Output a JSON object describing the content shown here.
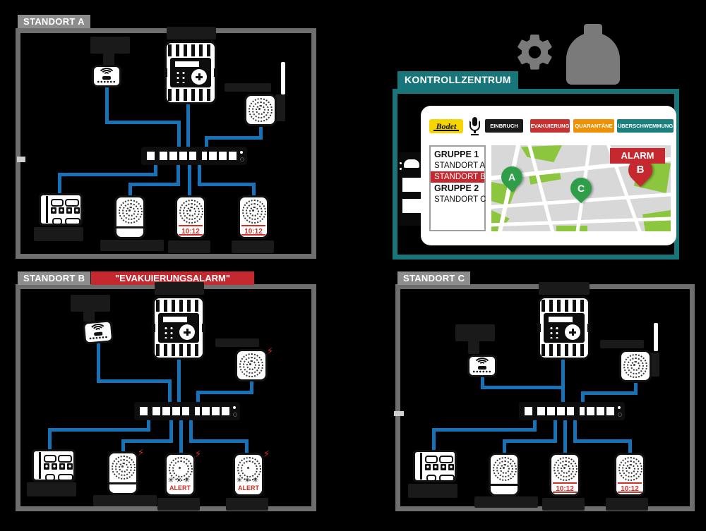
{
  "page": {
    "background": "#000000"
  },
  "sites": {
    "a": {
      "label": "STANDORT A"
    },
    "b": {
      "label": "STANDORT B",
      "banner": "\"EVAKUIERUNGSALARM\""
    },
    "c": {
      "label": "STANDORT C"
    }
  },
  "control_center": {
    "label": "KONTROLLZENTRUM",
    "tablet": {
      "logo": "Bodet",
      "alarm_buttons": [
        {
          "label": "EINBRUCH",
          "color": "#1b1b1b"
        },
        {
          "label": "EVAKUIERUNG",
          "color": "#c63231"
        },
        {
          "label": "QUARANTÄNE",
          "color": "#ef9104"
        },
        {
          "label": "ÜBERSCHWEMMUNG",
          "color": "#1a7f7d"
        }
      ],
      "site_list": [
        {
          "label": "GRUPPE 1",
          "bold": true,
          "highlight": false
        },
        {
          "label": "STANDORT A",
          "bold": false,
          "highlight": false
        },
        {
          "label": "STANDORT B",
          "bold": false,
          "highlight": true
        },
        {
          "label": "GRUPPE 2",
          "bold": true,
          "highlight": false
        },
        {
          "label": "STANDORT C",
          "bold": false,
          "highlight": false
        }
      ],
      "map": {
        "alarm_badge": "ALARM",
        "pins": [
          {
            "letter": "A",
            "color": "#2f9e49"
          },
          {
            "letter": "C",
            "color": "#2f9e49"
          },
          {
            "letter": "B",
            "color": "#c5292f"
          }
        ]
      }
    }
  },
  "devices": {
    "clock_time": "10:12",
    "alert_text": "ALERT",
    "alert_burst": "✳✳✳"
  },
  "colors": {
    "cable_blue": "#1673b8",
    "site_border_gray": "#6e6e6e",
    "site_label_gray": "#8d8d8d",
    "alarm_red": "#c5292f",
    "teal": "#18767a",
    "bodet_yellow": "#f6d500",
    "map_green": "#8cc63e",
    "map_gray": "#d8d8d8"
  }
}
